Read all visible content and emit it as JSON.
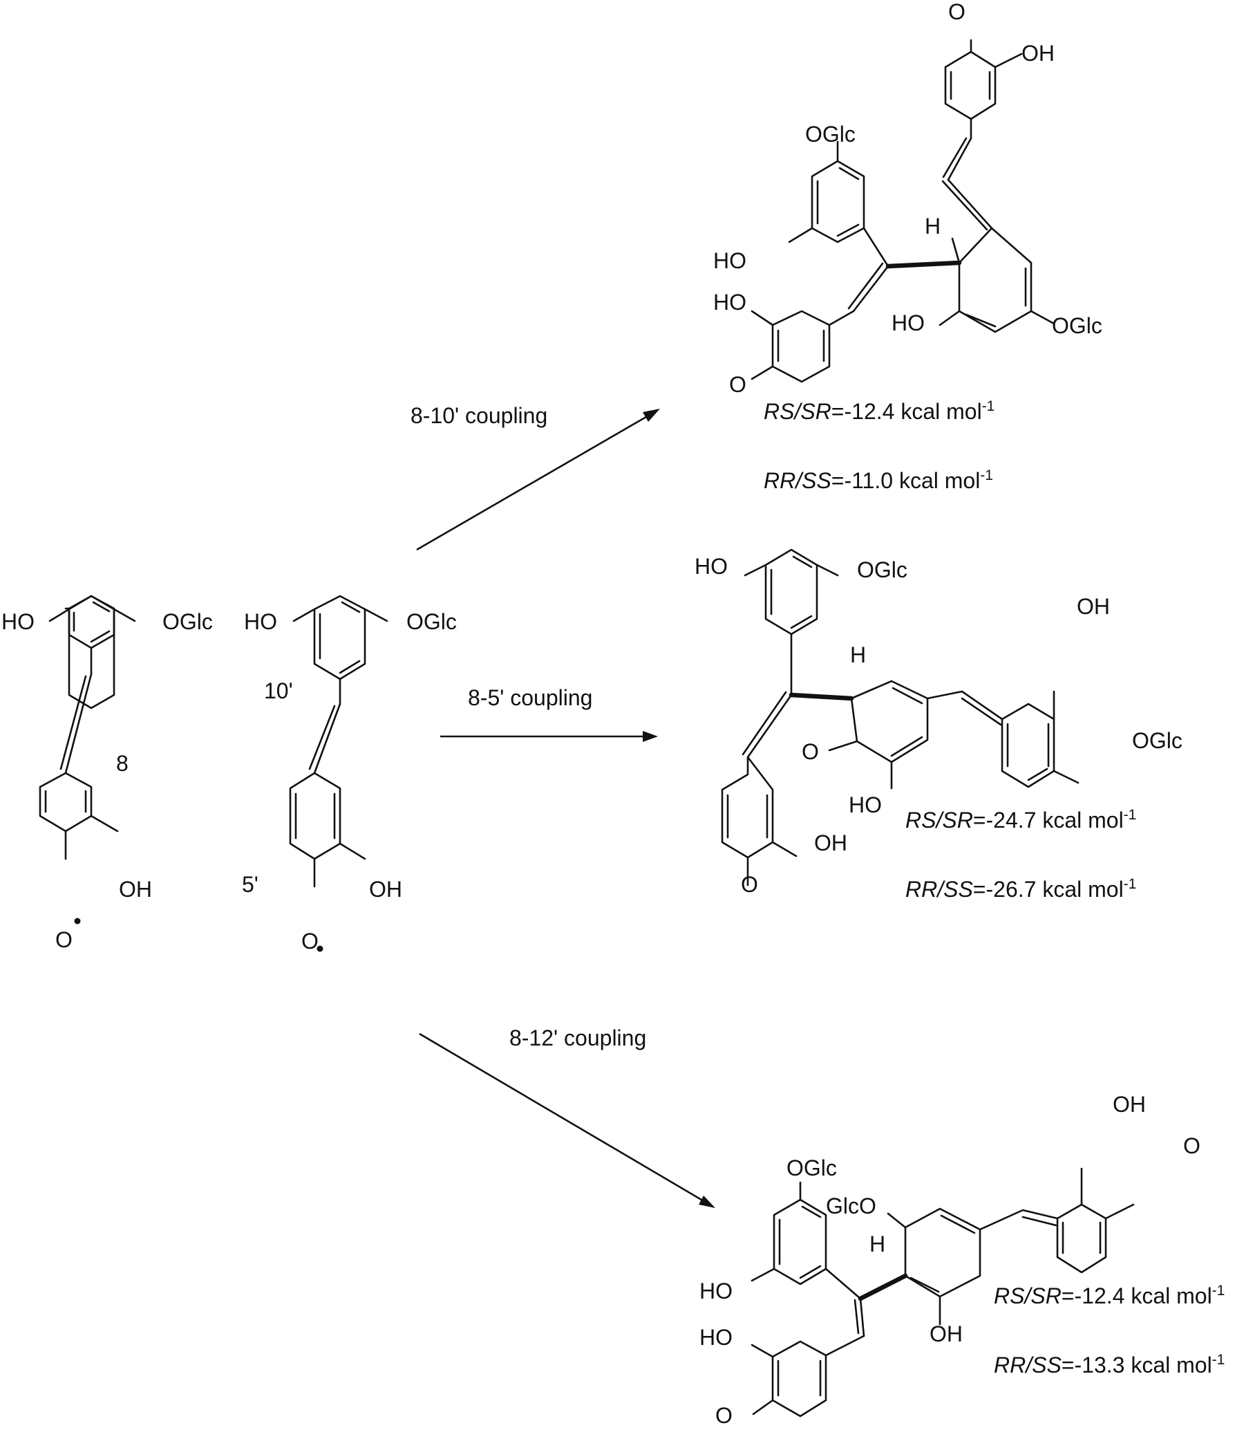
{
  "labels": {
    "ho": "HO",
    "oh": "OH",
    "oglc": "OGlc",
    "glco": "GlcO",
    "oxo": "O",
    "hydrogen": "H",
    "radical": "O",
    "pos_8": "8",
    "pos_10p": "10'",
    "pos_5p": "5'"
  },
  "reactions": [
    {
      "coupling": "8-10' coupling",
      "energies": [
        {
          "stereo": "RS/SR",
          "value": "=-12.4 kcal mol",
          "exp": "-1"
        },
        {
          "stereo": "RR/SS",
          "value": "=-11.0 kcal mol",
          "exp": "-1"
        }
      ]
    },
    {
      "coupling": "8-5' coupling",
      "energies": [
        {
          "stereo": "RS/SR",
          "value": "=-24.7 kcal mol",
          "exp": "-1"
        },
        {
          "stereo": "RR/SS",
          "value": "=-26.7 kcal mol",
          "exp": "-1"
        }
      ]
    },
    {
      "coupling": "8-12' coupling",
      "energies": [
        {
          "stereo": "RS/SR",
          "value": "=-12.4 kcal mol",
          "exp": "-1"
        },
        {
          "stereo": "RR/SS",
          "value": "=-13.3 kcal mol",
          "exp": "-1"
        }
      ]
    }
  ]
}
